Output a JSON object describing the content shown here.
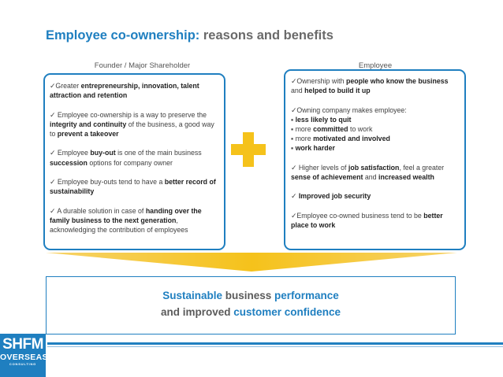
{
  "title": {
    "part1": "Employee co-ownership:",
    "part2": "reasons and benefits"
  },
  "founder": {
    "heading": "Founder / Major Shareholder",
    "i1_a": "Greater ",
    "i1_b": "entrepreneurship, innovation, talent attraction and retention",
    "i2_a": "Employee co-ownership is a way to preserve the ",
    "i2_b": "integrity and continuity",
    "i2_c": " of the business, a good way to ",
    "i2_d": "prevent a takeover",
    "i3_a": "Employee ",
    "i3_b": "buy-out",
    "i3_c": " is one of the main business ",
    "i3_d": "succession",
    "i3_e": " options for company owner",
    "i4_a": "Employee buy-outs tend to have a ",
    "i4_b": "better record of sustainability",
    "i5_a": "  A durable solution in case of ",
    "i5_b": "handing over the family business to the next generation",
    "i5_c": ", acknowledging the contribution of employees"
  },
  "employee": {
    "heading": "Employee",
    "i1_a": "Ownership with ",
    "i1_b": "people who know the business",
    "i1_c": " and ",
    "i1_d": "helped to build it up",
    "i2": "Owning company makes employee:",
    "b1": "less likely to quit",
    "b2_a": "more ",
    "b2_b": "committed",
    "b2_c": " to work",
    "b3_a": "more ",
    "b3_b": "motivated and involved",
    "b4": "work harder",
    "i3_a": " Higher levels of ",
    "i3_b": "job satisfaction",
    "i3_c": ", feel a greater ",
    "i3_d": "sense of achievement",
    "i3_e": " and ",
    "i3_f": "increased wealth",
    "i4": " Improved job security",
    "i5_a": "Employee co-owned business tend to be ",
    "i5_b": "better place to work"
  },
  "result": {
    "w1": "Sustainable",
    "w2": " business ",
    "w3": "performance",
    "w4": "and improved ",
    "w5": "customer confidence"
  },
  "logo": {
    "line1": "SHFM",
    "line2": "OVERSEAS",
    "line3": "CONSULTING"
  },
  "colors": {
    "accent": "#1f7fc0",
    "plus": "#f5c21b"
  },
  "icons": {
    "check": "check-mark-icon",
    "bullet": "square-bullet-icon",
    "plus": "plus-icon",
    "arrow": "down-arrow-icon"
  }
}
